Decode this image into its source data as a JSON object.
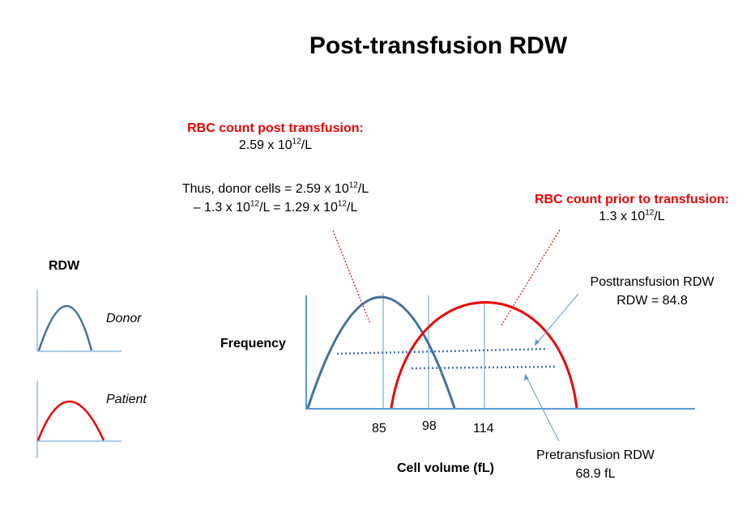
{
  "title": "Post-transfusion RDW",
  "post_block": {
    "heading": "RBC count post transfusion:",
    "value_base": "2.59 x 10",
    "value_exp": "12",
    "value_unit": "/L",
    "thus_1a": "Thus, donor cells = 2.59 x 10",
    "thus_1b": "/L",
    "thus_2a": "– 1.3 x 10",
    "thus_2b": "/L = 1.29 x 10",
    "thus_2c": "/L",
    "exp": "12"
  },
  "prior_block": {
    "heading": "RBC count prior to transfusion:",
    "value_base": "1.3 x 10",
    "value_exp": "12",
    "value_unit": "/L"
  },
  "legend": {
    "title": "RDW",
    "donor": "Donor",
    "patient": "Patient"
  },
  "axis": {
    "ylabel": "Frequency",
    "xlabel": "Cell volume (fL)",
    "ticks": [
      "85",
      "98",
      "114"
    ]
  },
  "post_rdw": {
    "line1": "Posttransfusion RDW",
    "line2": "RDW = 84.8"
  },
  "pre_rdw": {
    "line1": "Pretransfusion RDW",
    "line2": "68.9 fL"
  },
  "colors": {
    "donor": "#41719c",
    "patient": "#ee0000",
    "axis": "#5b9bd5",
    "dotted": "#4472c4"
  }
}
